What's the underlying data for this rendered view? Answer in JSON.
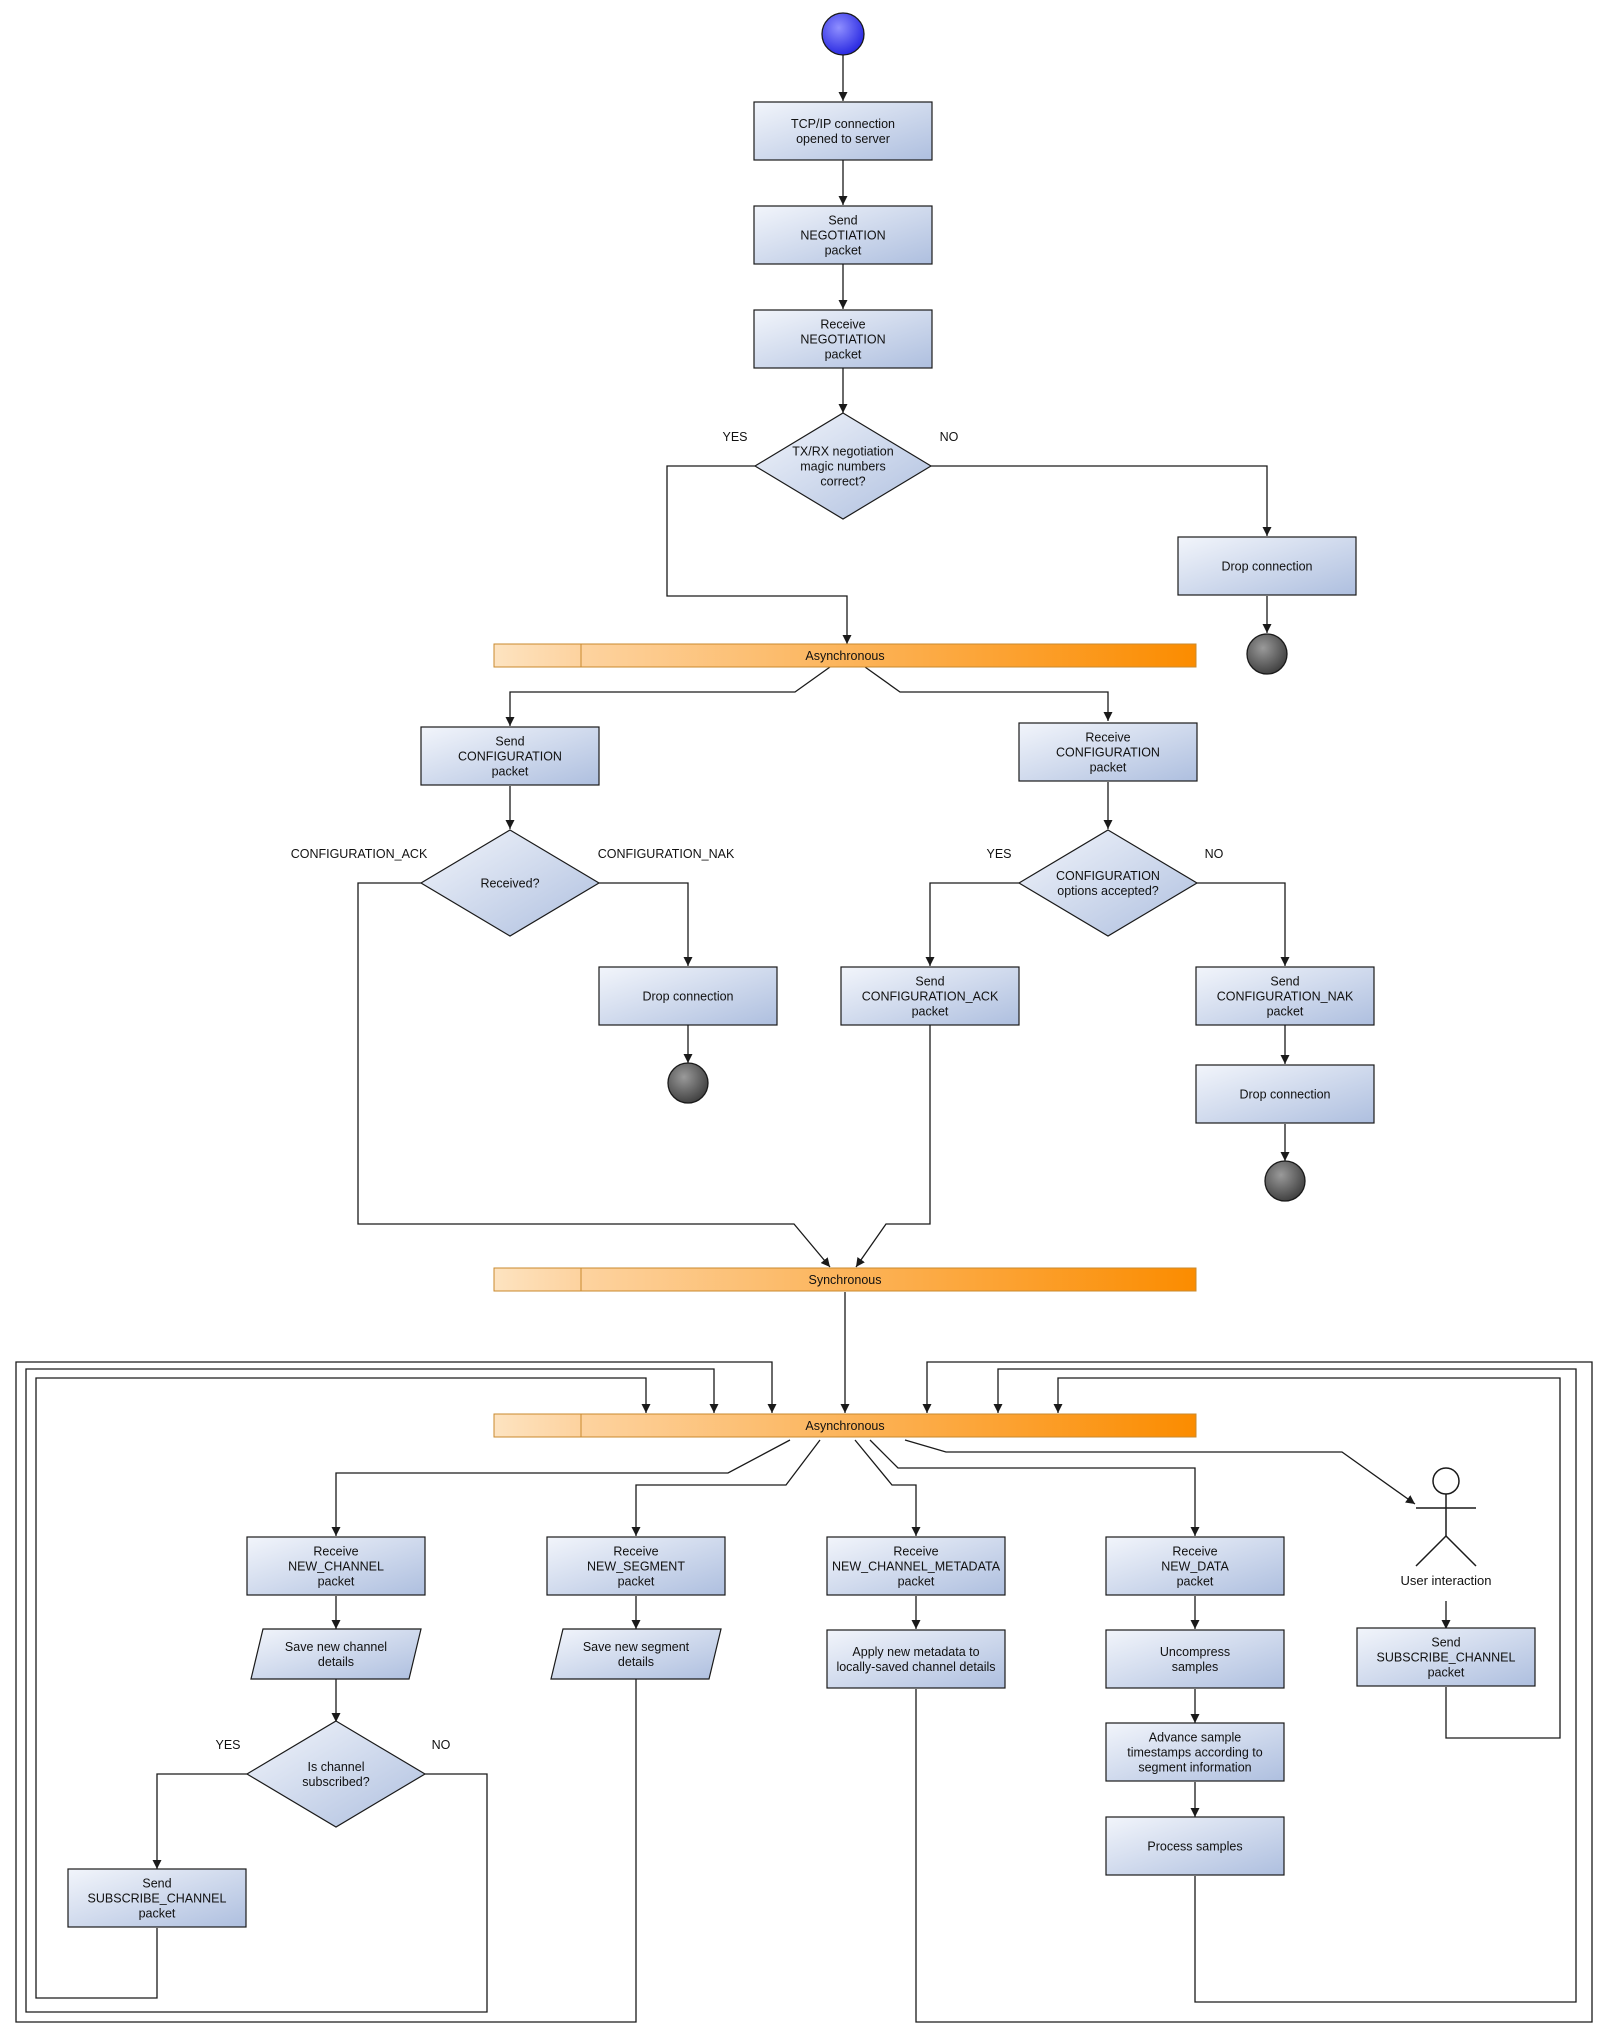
{
  "colors": {
    "box_fill_light": "#f2f5fb",
    "box_fill_dark": "#aebfdf",
    "bar_light": "#fcd9ab",
    "bar_dark": "#fb8c00",
    "start_node": "#3b3bf0",
    "end_node": "#555555",
    "line": "#1a1a1a"
  },
  "nodes": {
    "tcp_open": [
      "TCP/IP connection",
      "opened to server"
    ],
    "send_negotiation": [
      "Send",
      "NEGOTIATION",
      "packet"
    ],
    "receive_negotiation": [
      "Receive",
      "NEGOTIATION",
      "packet"
    ],
    "magic_check": [
      "TX/RX negotiation",
      "magic numbers",
      "correct?"
    ],
    "drop_1": [
      "Drop connection"
    ],
    "send_configuration": [
      "Send",
      "CONFIGURATION",
      "packet"
    ],
    "receive_configuration": [
      "Receive",
      "CONFIGURATION",
      "packet"
    ],
    "received_check": [
      "Received?"
    ],
    "drop_2": [
      "Drop connection"
    ],
    "options_check": [
      "CONFIGURATION",
      "options accepted?"
    ],
    "send_config_ack": [
      "Send",
      "CONFIGURATION_ACK",
      "packet"
    ],
    "send_config_nak": [
      "Send",
      "CONFIGURATION_NAK",
      "packet"
    ],
    "drop_3": [
      "Drop connection"
    ],
    "receive_new_channel": [
      "Receive",
      "NEW_CHANNEL",
      "packet"
    ],
    "save_channel": [
      "Save new channel",
      "details"
    ],
    "channel_subscribed": [
      "Is channel",
      "subscribed?"
    ],
    "send_subscribe_1": [
      "Send",
      "SUBSCRIBE_CHANNEL",
      "packet"
    ],
    "receive_new_segment": [
      "Receive",
      "NEW_SEGMENT",
      "packet"
    ],
    "save_segment": [
      "Save new segment",
      "details"
    ],
    "receive_metadata": [
      "Receive",
      "NEW_CHANNEL_METADATA",
      "packet"
    ],
    "apply_metadata": [
      "Apply new metadata to",
      "locally-saved channel details"
    ],
    "receive_new_data": [
      "Receive",
      "NEW_DATA",
      "packet"
    ],
    "uncompress": [
      "Uncompress",
      "samples"
    ],
    "advance_timestamps": [
      "Advance sample",
      "timestamps according to",
      "segment information"
    ],
    "process_samples": [
      "Process samples"
    ],
    "user_interaction": [
      "User interaction"
    ],
    "send_subscribe_2": [
      "Send",
      "SUBSCRIBE_CHANNEL",
      "packet"
    ]
  },
  "bars": {
    "async_1": "Asynchronous",
    "sync": "Synchronous",
    "async_2": "Asynchronous"
  },
  "edge_labels": {
    "magic_yes": "YES",
    "magic_no": "NO",
    "received_ack": "CONFIGURATION_ACK",
    "received_nak": "CONFIGURATION_NAK",
    "options_yes": "YES",
    "options_no": "NO",
    "subscribed_yes": "YES",
    "subscribed_no": "NO"
  }
}
